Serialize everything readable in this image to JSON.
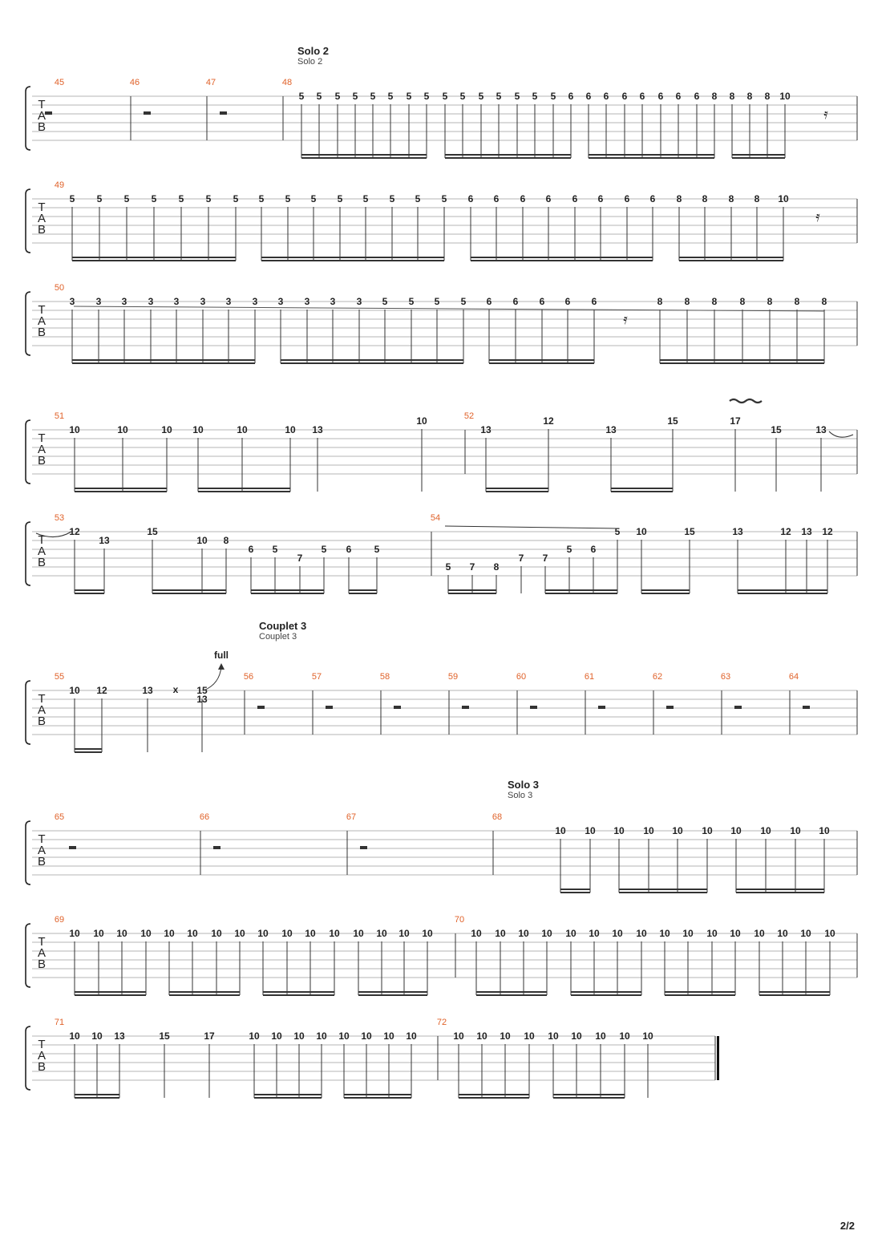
{
  "page_number": "2/2",
  "tab_clef": [
    "T",
    "A",
    "B"
  ],
  "sections": [
    {
      "title": "Solo 2",
      "subtitle": "Solo 2"
    },
    {
      "title": "Couplet 3",
      "subtitle": "Couplet 3"
    },
    {
      "title": "Solo 3",
      "subtitle": "Solo 3"
    }
  ],
  "bend_label": "full",
  "dead_note": "x",
  "systems": [
    {
      "measures": [
        {
          "number": "45",
          "rest": true
        },
        {
          "number": "46",
          "rest": true
        },
        {
          "number": "47",
          "rest": true
        },
        {
          "number": "48",
          "notes": [
            "5",
            "5",
            "5",
            "5",
            "5",
            "5",
            "5",
            "5",
            "5",
            "5",
            "5",
            "5",
            "5",
            "5",
            "5",
            "6",
            "6",
            "6",
            "6",
            "6",
            "6",
            "6",
            "6",
            "8",
            "8",
            "8",
            "8",
            "10"
          ]
        }
      ]
    },
    {
      "measures": [
        {
          "number": "49",
          "notes": [
            "5",
            "5",
            "5",
            "5",
            "5",
            "5",
            "5",
            "5",
            "5",
            "5",
            "5",
            "5",
            "5",
            "5",
            "5",
            "6",
            "6",
            "6",
            "6",
            "6",
            "6",
            "6",
            "6",
            "8",
            "8",
            "8",
            "8",
            "10"
          ]
        }
      ]
    },
    {
      "measures": [
        {
          "number": "50",
          "notes": [
            "3",
            "3",
            "3",
            "3",
            "3",
            "3",
            "3",
            "3",
            "3",
            "3",
            "3",
            "3",
            "5",
            "5",
            "5",
            "5",
            "6",
            "6",
            "6",
            "6",
            "6",
            "8",
            "8",
            "8",
            "8",
            "8",
            "8",
            "8"
          ]
        }
      ]
    },
    {
      "measures": [
        {
          "number": "51",
          "notes": [
            "10",
            "10",
            "10",
            "10",
            "10",
            "10",
            "13",
            "10"
          ]
        },
        {
          "number": "52",
          "notes": [
            "13",
            "12",
            "13",
            "15",
            "17",
            "15",
            "13"
          ]
        }
      ]
    },
    {
      "measures": [
        {
          "number": "53",
          "notes": [
            "12",
            "13",
            "15",
            "10",
            "8",
            "6",
            "5",
            "7",
            "5",
            "6",
            "5"
          ]
        },
        {
          "number": "54",
          "notes": [
            "5",
            "7",
            "8",
            "7",
            "7",
            "5",
            "6",
            "5",
            "10",
            "15",
            "13",
            "12",
            "13",
            "12"
          ]
        }
      ]
    },
    {
      "measures": [
        {
          "number": "55",
          "notes": [
            "10",
            "12",
            "13",
            "15",
            "13"
          ]
        },
        {
          "number": "56",
          "rest": true
        },
        {
          "number": "57",
          "rest": true
        },
        {
          "number": "58",
          "rest": true
        },
        {
          "number": "59",
          "rest": true
        },
        {
          "number": "60",
          "rest": true
        },
        {
          "number": "61",
          "rest": true
        },
        {
          "number": "62",
          "rest": true
        },
        {
          "number": "63",
          "rest": true
        },
        {
          "number": "64",
          "rest": true
        }
      ]
    },
    {
      "measures": [
        {
          "number": "65",
          "rest": true
        },
        {
          "number": "66",
          "rest": true
        },
        {
          "number": "67",
          "rest": true
        },
        {
          "number": "68",
          "notes": [
            "10",
            "10",
            "10",
            "10",
            "10",
            "10",
            "10",
            "10",
            "10",
            "10"
          ]
        }
      ]
    },
    {
      "measures": [
        {
          "number": "69",
          "notes": [
            "10",
            "10",
            "10",
            "10",
            "10",
            "10",
            "10",
            "10",
            "10",
            "10",
            "10",
            "10",
            "10",
            "10",
            "10",
            "10"
          ]
        },
        {
          "number": "70",
          "notes": [
            "10",
            "10",
            "10",
            "10",
            "10",
            "10",
            "10",
            "10",
            "10",
            "10",
            "10",
            "10",
            "10",
            "10",
            "10",
            "10"
          ]
        }
      ]
    },
    {
      "measures": [
        {
          "number": "71",
          "notes": [
            "10",
            "10",
            "13",
            "15",
            "17",
            "10",
            "10",
            "10",
            "10",
            "10",
            "10",
            "10",
            "10"
          ]
        },
        {
          "number": "72",
          "notes": [
            "10",
            "10",
            "10",
            "10",
            "10",
            "10",
            "10",
            "10",
            "10"
          ]
        }
      ]
    }
  ],
  "colors": {
    "measure_number": "#e0622a",
    "staff_line": "#b5b5b5",
    "ink": "#222222"
  }
}
